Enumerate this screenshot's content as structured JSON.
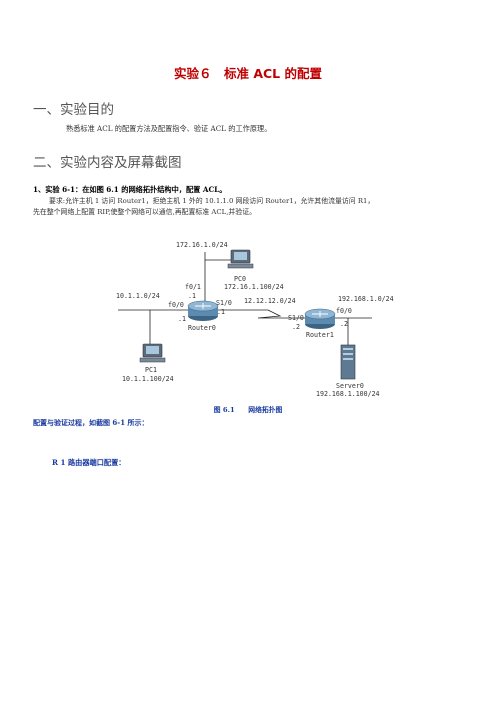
{
  "title": "实验６　标准 ACL 的配置",
  "section1": {
    "heading": "一、实验目的",
    "body": "熟悉标准 ACL 的配置方法及配置指令、验证 ACL 的工作原理。"
  },
  "section2": {
    "heading": "二、实验内容及屏幕截图",
    "experiment_title": "1、实验 6-1：在如图 6.1 的网络拓扑结构中，配置 ACL。",
    "requirement_line1": "要求:允许主机 1 访问 Router1，拒绝主机 1 外的 10.1.1.0 网段访问 Router1，允许其他流量访问 R1，",
    "requirement_line2": "先在整个网络上配置 RIP,使整个网络可以通信,再配置标准 ACL,并验证。"
  },
  "topology": {
    "net_pc0": "172.16.1.0/24",
    "pc0_name": "PC0",
    "pc0_ip": "172.16.1.100/24",
    "r0_f01": "f0/1",
    "r0_f01_addr": ".1",
    "net_left": "10.1.1.0/24",
    "r0_f00": "f0/0",
    "r0_f00_addr": ".1",
    "r0_s10": "S1/0",
    "r0_s10_addr": ".1",
    "router0_name": "Router0",
    "net_serial": "12.12.12.0/24",
    "r1_s10": "S1/0",
    "r1_s10_addr": ".2",
    "router1_name": "Router1",
    "net_right": "192.168.1.0/24",
    "r1_f00": "f0/0",
    "r1_f00_addr": ".2",
    "pc1_name": "PC1",
    "pc1_ip": "10.1.1.100/24",
    "server_name": "Server0",
    "server_ip": "192.168.1.100/24"
  },
  "figure_caption": "图 6.1　　网络拓扑图",
  "config_intro": "配置与验证过程，如截图 6-1 所示：",
  "r1_port_config": "R 1 路由器端口配置："
}
